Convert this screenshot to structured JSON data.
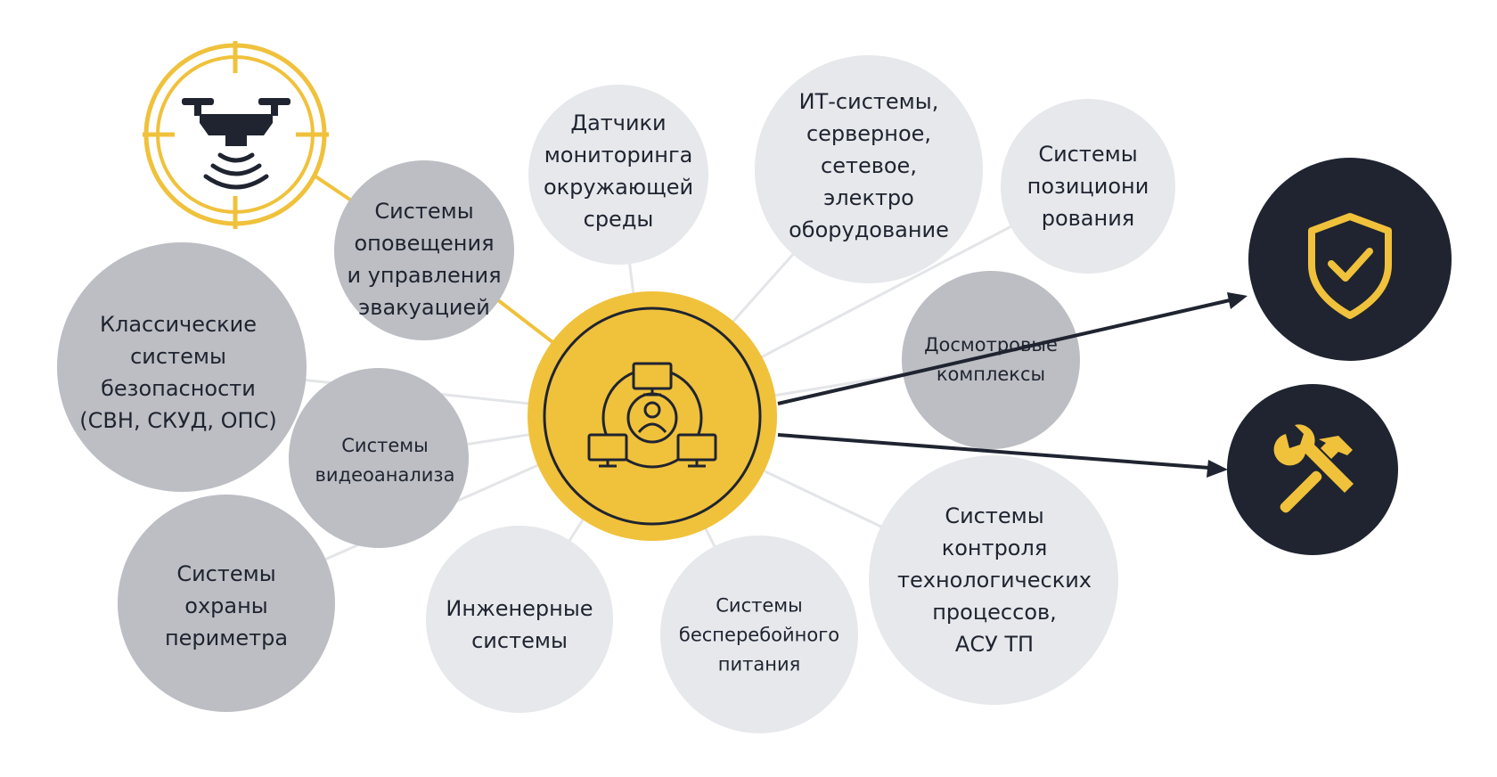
{
  "colors": {
    "accent": "#f0c13b",
    "dark_node": "#1f2430",
    "dark_gray_node": "#bcbec3",
    "light_gray_node": "#e6e8eb",
    "connector": "#e4e5e8",
    "text": "#1f2430"
  },
  "center": {
    "icon": "network-users-icon"
  },
  "drone": {
    "icon": "drone-target-icon"
  },
  "outputs": [
    {
      "id": "security",
      "icon": "shield-check-icon"
    },
    {
      "id": "maintenance",
      "icon": "wrench-hammer-icon"
    }
  ],
  "nodes": [
    {
      "id": "evacuation",
      "lines": [
        "Системы",
        "оповещения",
        "и управления",
        "эвакуацией"
      ]
    },
    {
      "id": "env-sensors",
      "lines": [
        "Датчики",
        "мониторинга",
        "окружающей",
        "среды"
      ]
    },
    {
      "id": "it-systems",
      "lines": [
        "ИТ-системы,",
        "серверное,",
        "сетевое,",
        "электро",
        "оборудование"
      ]
    },
    {
      "id": "positioning",
      "lines": [
        "Системы",
        "позициони",
        "рования"
      ]
    },
    {
      "id": "classic-security",
      "lines": [
        "Классические",
        "системы",
        "безопасности",
        "(СВН, СКУД, ОПС)"
      ]
    },
    {
      "id": "inspection",
      "lines": [
        "Досмотровые",
        "комплексы"
      ]
    },
    {
      "id": "video-analytics",
      "lines": [
        "Системы",
        "видеоанализа"
      ]
    },
    {
      "id": "perimeter",
      "lines": [
        "Системы",
        "охраны",
        "периметра"
      ]
    },
    {
      "id": "engineering",
      "lines": [
        "Инженерные",
        "системы"
      ]
    },
    {
      "id": "ups",
      "lines": [
        "Системы",
        "бесперебойного",
        "питания"
      ]
    },
    {
      "id": "process-control",
      "lines": [
        "Системы",
        "контроля",
        "технологических",
        "процессов,",
        "АСУ ТП"
      ]
    }
  ]
}
